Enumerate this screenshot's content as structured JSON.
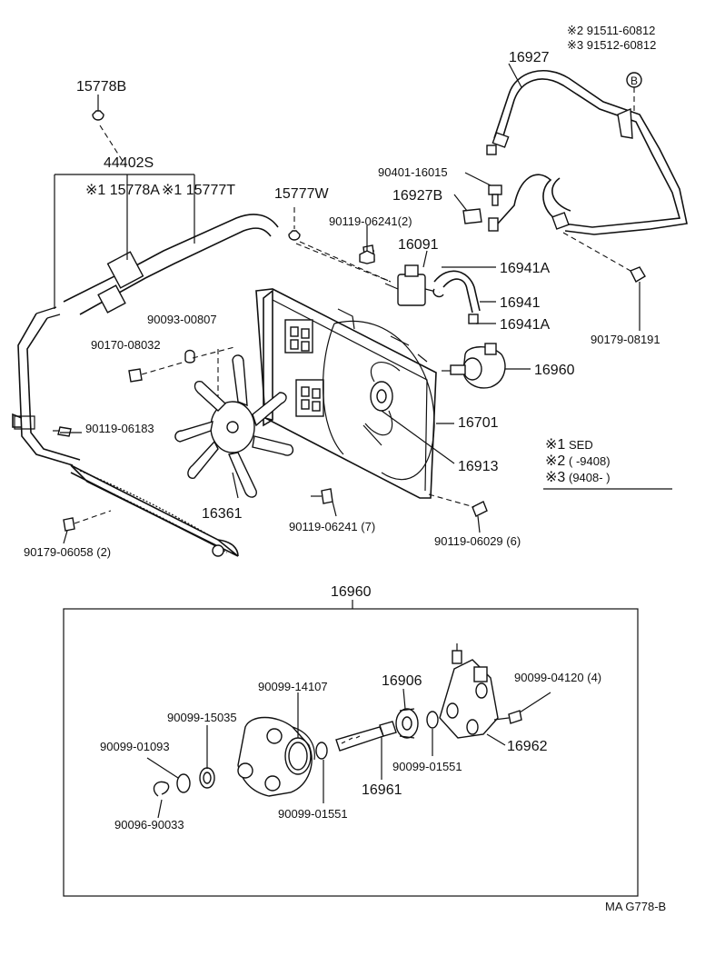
{
  "drawing_code": "MA G778-B",
  "labels": {
    "p15778B": "15778B",
    "p44402S": "44402S",
    "p15778A": "※1 15778A",
    "p15777T": "※1 15777T",
    "p15777W": "15777W",
    "p16927": "16927",
    "n2": "※2 91511-60812",
    "n3": "※3 91512-60812",
    "b_marker": "B",
    "p90401": "90401-16015",
    "p16927B": "16927B",
    "p90119_2": "90119-06241(2)",
    "p16091": "16091",
    "p16941A_top": "16941A",
    "p16941": "16941",
    "p16941A_bot": "16941A",
    "p90093": "90093-00807",
    "p90170": "90170-08032",
    "p90179_08191": "90179-08191",
    "p16960_side": "16960",
    "p16701": "16701",
    "p90119_06183": "90119-06183",
    "p16913": "16913",
    "p16361": "16361",
    "p90119_7": "90119-06241 (7)",
    "p90119_6": "90119-06029 (6)",
    "p90179_06058": "90179-06058 (2)",
    "p16960_box": "16960",
    "p90099_14107": "90099-14107",
    "p16906": "16906",
    "p90099_04120": "90099-04120 (4)",
    "p90099_15035": "90099-15035",
    "p90099_01093": "90099-01093",
    "p16962": "16962",
    "p90099_01551_r": "90099-01551",
    "p16961": "16961",
    "p90096": "90096-90033",
    "p90099_01551_l": "90099-01551"
  },
  "legend": [
    {
      "mark": "※1",
      "text": "SED"
    },
    {
      "mark": "※2",
      "text": "(        -9408)"
    },
    {
      "mark": "※3",
      "text": "(9408-        )"
    }
  ]
}
